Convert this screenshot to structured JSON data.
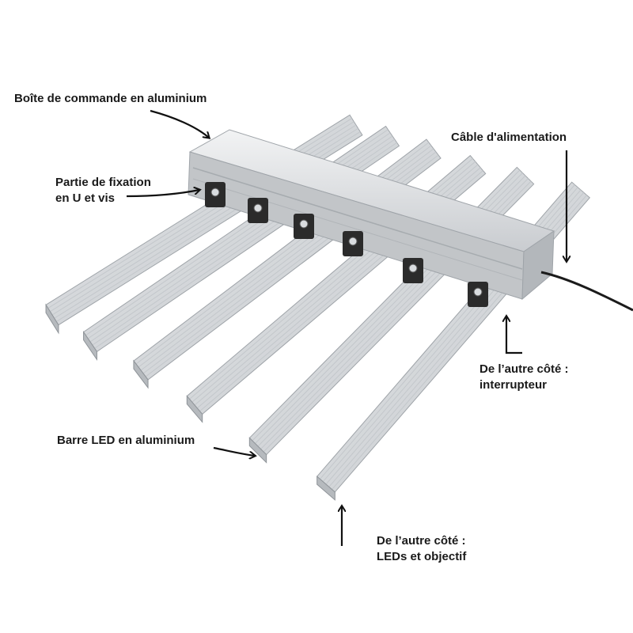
{
  "labels": {
    "control_box": "Boîte de commande en aluminium",
    "power_cable": "Câble d'alimentation",
    "mount_line1": "Partie de fixation",
    "mount_line2": "en U et vis",
    "switch_line1": "De l’autre côté :",
    "switch_line2": "interrupteur",
    "led_bar": "Barre LED en aluminium",
    "leds_line1": "De l’autre côté :",
    "leds_line2": "LEDs et objectif"
  },
  "colors": {
    "bar_top": "#d7dadd",
    "bar_side": "#a9adb1",
    "box_top": "#e4e6e8",
    "box_front": "#c2c5c8",
    "bracket": "#2b2b2b",
    "arrow": "#111111"
  }
}
